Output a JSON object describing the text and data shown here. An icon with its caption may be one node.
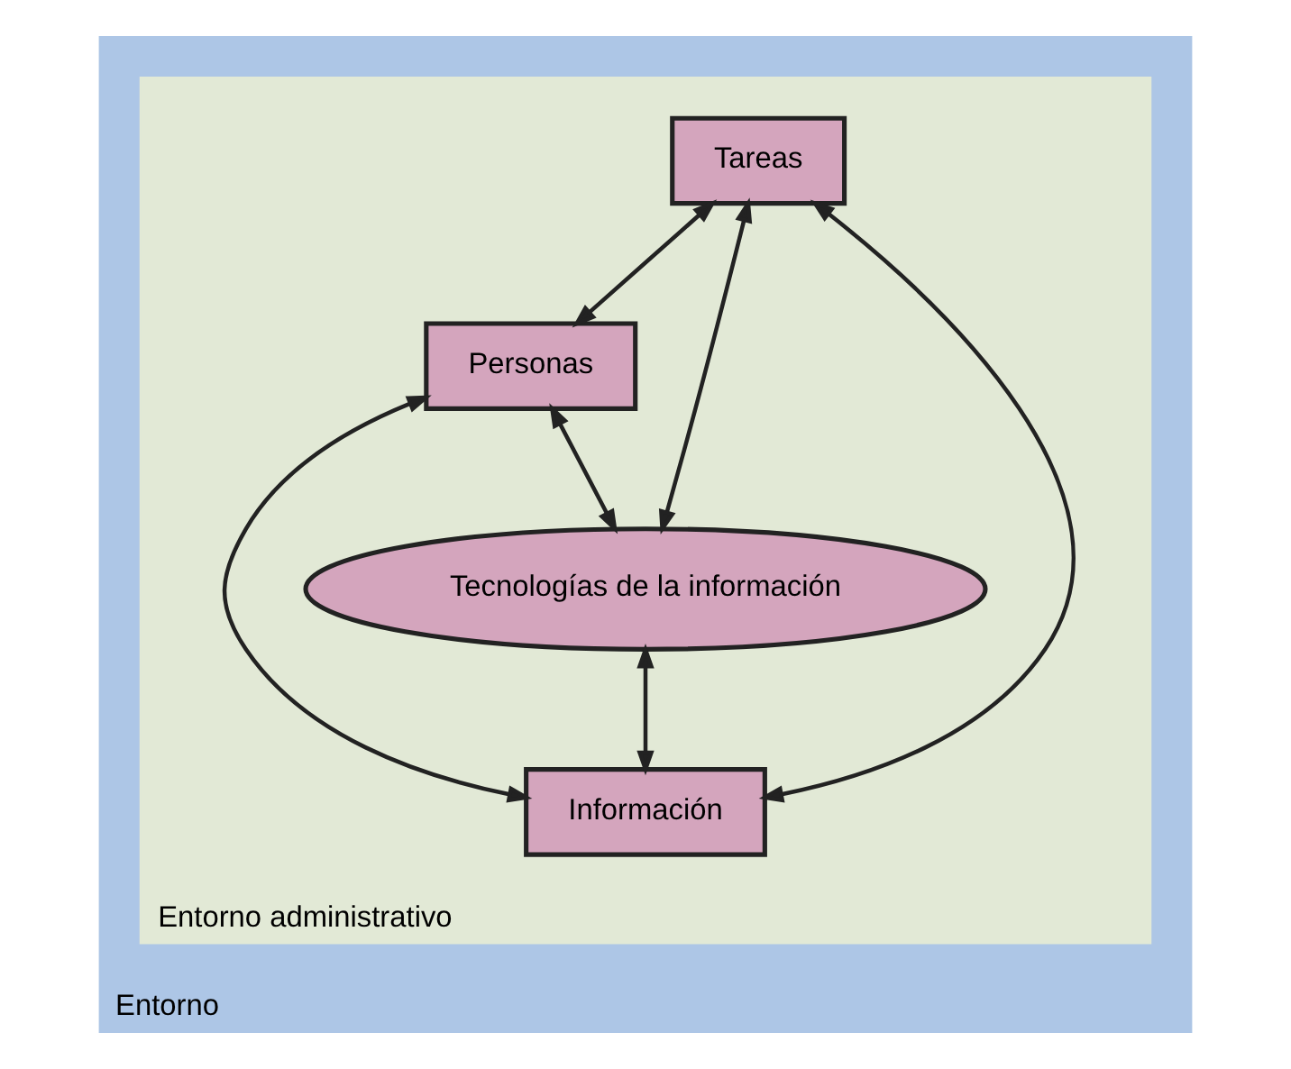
{
  "diagram": {
    "nodes": [
      {
        "text": [
          "Entorno"
        ]
      },
      {
        "text": [
          "Entorno administrativo"
        ],
        "in": 0
      },
      {
        "text": [
          "Tareas"
        ],
        "in": 1
      },
      {
        "text": [
          "Personas"
        ],
        "in": 1
      },
      {
        "text": [
          "Tecnologías de la información"
        ],
        "in": 1
      },
      {
        "text": [
          "Información"
        ],
        "in": 1
      }
    ],
    "edges": [
      {
        "from": 2,
        "to": 3,
        "arrow": "both"
      },
      {
        "from": 2,
        "to": 4,
        "arrow": "both"
      },
      {
        "from": 2,
        "to": 5,
        "arrow": "both"
      },
      {
        "from": 3,
        "to": 4,
        "arrow": "both"
      },
      {
        "from": 3,
        "to": 5,
        "arrow": "both"
      },
      {
        "from": 4,
        "to": 5,
        "arrow": "both"
      }
    ]
  }
}
